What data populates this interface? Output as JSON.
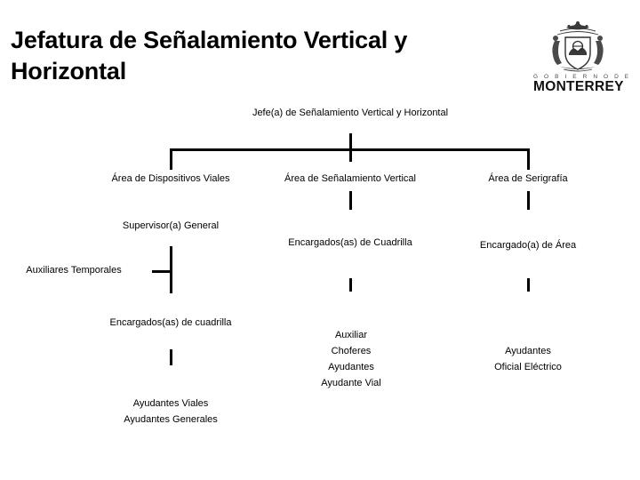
{
  "title": "Jefatura de Señalamiento Vertical y Horizontal",
  "logo": {
    "crest_alt": "escudo-monterrey",
    "sub_text": "G O B I E R N O   D E",
    "name": "MONTERREY"
  },
  "chart_data": {
    "type": "diagram",
    "title": "Jefatura de Señalamiento Vertical y Horizontal",
    "root": "Jefe(a) de Señalamiento Vertical y Horizontal",
    "nodes": {
      "root": "Jefe(a) de Señalamiento Vertical y Horizontal",
      "area_dispositivos": "Área de Dispositivos Viales",
      "area_senalamiento": "Área de Señalamiento Vertical",
      "area_serigrafia": "Área de Serigrafía",
      "supervisor_general": "Supervisor(a) General",
      "encargados_cuadrilla_centro": "Encargados(as) de Cuadrilla",
      "encargado_area": "Encargado(a) de Área",
      "auxiliares_temporales": "Auxiliares Temporales",
      "encargados_cuadrilla_izq": "Encargados(as) de cuadrilla",
      "ayudantes_viales": "Ayudantes Viales",
      "ayudantes_generales": "Ayudantes Generales",
      "auxiliar": "Auxiliar",
      "choferes": "Choferes",
      "ayudantes_centro": "Ayudantes",
      "ayudante_vial": "Ayudante Vial",
      "ayudantes_der": "Ayudantes",
      "oficial_electrico": "Oficial Eléctrico"
    },
    "branches": [
      {
        "name": "Área de Dispositivos Viales",
        "children": [
          "Supervisor(a) General",
          "Auxiliares Temporales",
          "Encargados(as) de cuadrilla",
          "Ayudantes Viales",
          "Ayudantes Generales"
        ]
      },
      {
        "name": "Área de Señalamiento Vertical",
        "children": [
          "Encargados(as) de Cuadrilla",
          "Auxiliar",
          "Choferes",
          "Ayudantes",
          "Ayudante Vial"
        ]
      },
      {
        "name": "Área de Serigrafía",
        "children": [
          "Encargado(a) de Área",
          "Ayudantes",
          "Oficial Eléctrico"
        ]
      }
    ],
    "colors": {
      "line": "#000000",
      "text": "#000000",
      "background": "#ffffff"
    }
  }
}
